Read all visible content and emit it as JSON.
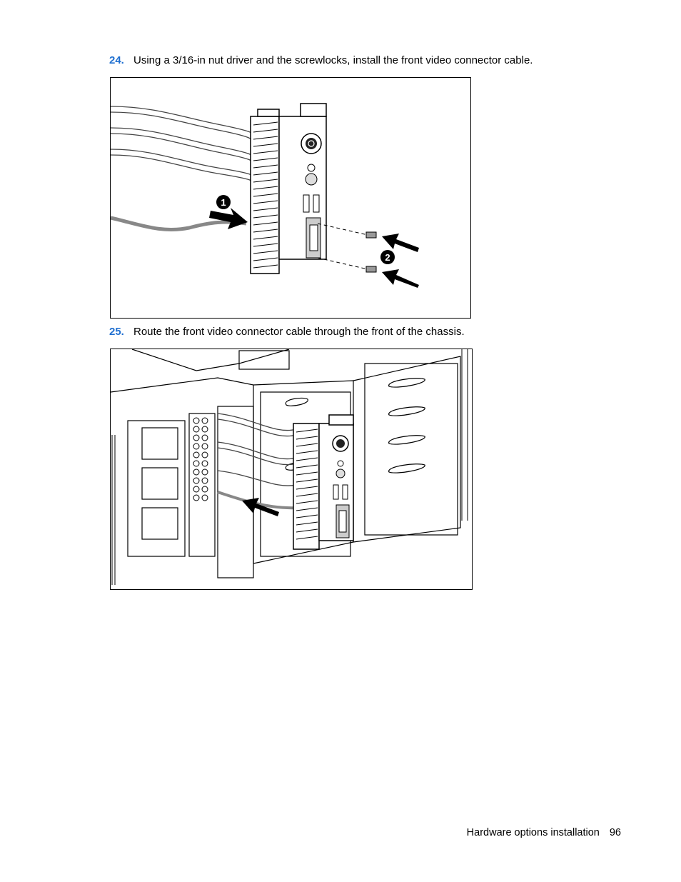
{
  "steps": [
    {
      "number": "24.",
      "text": "Using a 3/16-in nut driver and the screwlocks, install the front video connector cable."
    },
    {
      "number": "25.",
      "text": "Route the front video connector cable through the front of the chassis."
    }
  ],
  "figure1": {
    "callouts": [
      "1",
      "2"
    ]
  },
  "footer": {
    "section": "Hardware options installation",
    "page": "96"
  },
  "colors": {
    "step_number": "#1f6fd0"
  }
}
